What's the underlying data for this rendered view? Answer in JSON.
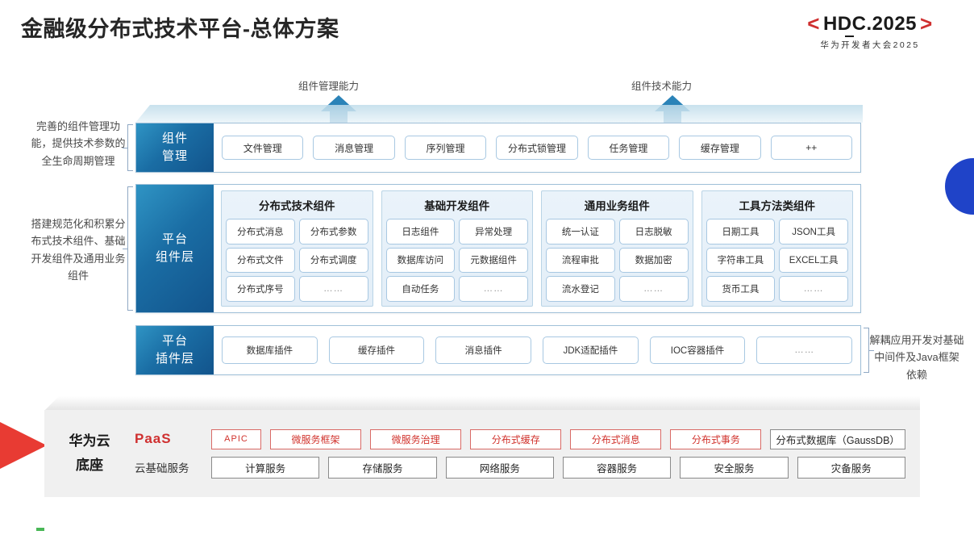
{
  "header": {
    "title": "金融级分布式技术平台-总体方案",
    "logo": {
      "bracket_left": "<",
      "bracket_right": ">",
      "main_prefix": "HD",
      "main_c": "C",
      "main_suffix": ".2025",
      "subtitle": "华为开发者大会2025",
      "accent_color": "#cf2f2f"
    }
  },
  "arrows": {
    "left": {
      "label": "组件管理能力"
    },
    "right": {
      "label": "组件技术能力"
    }
  },
  "notes": {
    "left_1": "完善的组件管理功能，提供技术参数的全生命周期管理",
    "left_2": "搭建规范化和积累分布式技术组件、基础开发组件及通用业务组件",
    "right_1": "解耦应用开发对基础中间件及Java框架依赖"
  },
  "layers": {
    "component_management": {
      "label": "组件\n管理",
      "label_line1": "组件",
      "label_line2": "管理",
      "items": [
        "文件管理",
        "消息管理",
        "序列管理",
        "分布式锁管理",
        "任务管理",
        "缓存管理",
        "++"
      ]
    },
    "platform_component": {
      "label_line1": "平台",
      "label_line2": "组件层",
      "groups": [
        {
          "title": "分布式技术组件",
          "items": [
            "分布式消息",
            "分布式参数",
            "分布式文件",
            "分布式调度",
            "分布式序号",
            "……"
          ]
        },
        {
          "title": "基础开发组件",
          "items": [
            "日志组件",
            "异常处理",
            "数据库访问",
            "元数据组件",
            "自动任务",
            "……"
          ]
        },
        {
          "title": "通用业务组件",
          "items": [
            "统一认证",
            "日志脱敏",
            "流程审批",
            "数据加密",
            "流水登记",
            "……"
          ]
        },
        {
          "title": "工具方法类组件",
          "items": [
            "日期工具",
            "JSON工具",
            "字符串工具",
            "EXCEL工具",
            "货币工具",
            "……"
          ]
        }
      ]
    },
    "platform_plugin": {
      "label_line1": "平台",
      "label_line2": "插件层",
      "items": [
        "数据库插件",
        "缓存插件",
        "消息插件",
        "JDK适配插件",
        "IOC容器插件",
        "……"
      ]
    }
  },
  "base": {
    "title_line1": "华为云",
    "title_line2": "底座",
    "paas": {
      "label": "PaaS",
      "items": [
        "APIC",
        "微服务框架",
        "微服务治理",
        "分布式缓存",
        "分布式消息",
        "分布式事务"
      ],
      "gaussdb": "分布式数据库（GaussDB）"
    },
    "cloud": {
      "label": "云基础服务",
      "items": [
        "计算服务",
        "存储服务",
        "网络服务",
        "容器服务",
        "安全服务",
        "灾备服务"
      ]
    }
  },
  "colors": {
    "brand_red": "#cf2f2f",
    "brand_blue": "#1a6da4",
    "accent_blue_circle": "#1f43c8",
    "accent_red_wedge": "#e83b33"
  }
}
